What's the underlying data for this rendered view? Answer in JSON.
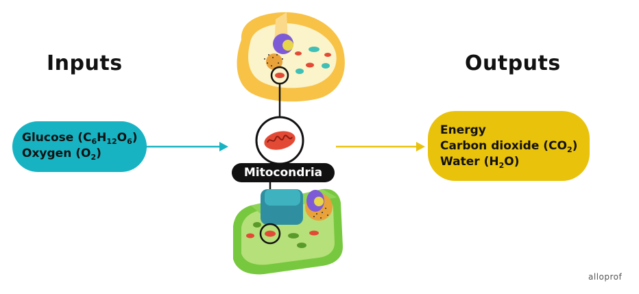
{
  "inputs": {
    "heading": "Inputs",
    "glucose": {
      "name": "Glucose (C",
      "c_sub": "6",
      "h": "H",
      "h_sub": "12",
      "o": "O",
      "o_sub": "6",
      "close": ")"
    },
    "oxygen": {
      "name": "Oxygen (O",
      "o_sub": "2",
      "close": ")"
    },
    "color": "#17b3c2"
  },
  "outputs": {
    "heading": "Outputs",
    "energy": "Energy",
    "carbon_dioxide": {
      "name": "Carbon dioxide (CO",
      "sub": "2",
      "close": ")"
    },
    "water": {
      "name": "Water (H",
      "sub": "2",
      "o": "O",
      "close": ")"
    },
    "color": "#e9c20c"
  },
  "center": {
    "label": "Mitocondria",
    "animal_cell_icon": "animal-cell",
    "plant_cell_icon": "plant-cell",
    "mitochondrion_icon": "mitochondrion"
  },
  "logo": "alloprof"
}
